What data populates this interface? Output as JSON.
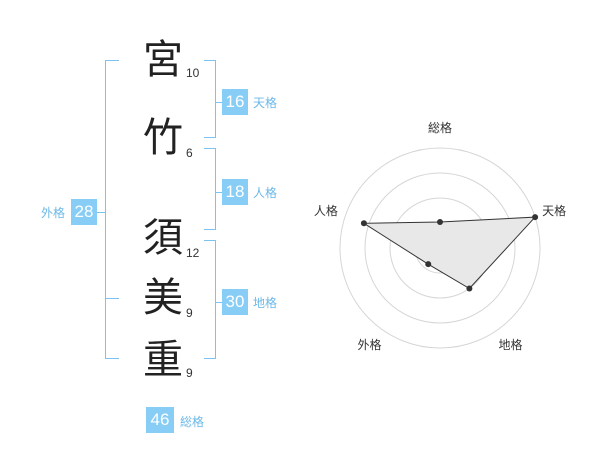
{
  "name_chars": [
    {
      "char": "宮",
      "strokes": "10"
    },
    {
      "char": "竹",
      "strokes": "6"
    },
    {
      "char": "須",
      "strokes": "12"
    },
    {
      "char": "美",
      "strokes": "9"
    },
    {
      "char": "重",
      "strokes": "9"
    }
  ],
  "kaku": {
    "tenkaku": {
      "value": "16",
      "label": "天格"
    },
    "jinkaku": {
      "value": "18",
      "label": "人格"
    },
    "chikaku": {
      "value": "30",
      "label": "地格"
    },
    "gaikaku": {
      "value": "28",
      "label": "外格"
    },
    "soukaku": {
      "value": "46",
      "label": "総格"
    }
  },
  "colors": {
    "accent": "#88cdf6",
    "bracket": "#7cc4ef",
    "label": "#6cb8e8",
    "radar_fill": "#e8e8e8",
    "radar_point": "#333333"
  },
  "chart_data": {
    "type": "radar",
    "axes": [
      "総格",
      "天格",
      "地格",
      "外格",
      "人格"
    ],
    "values": [
      1.3,
      5.0,
      2.5,
      1.0,
      4.0
    ],
    "scale_max": 5,
    "rings": 4
  }
}
